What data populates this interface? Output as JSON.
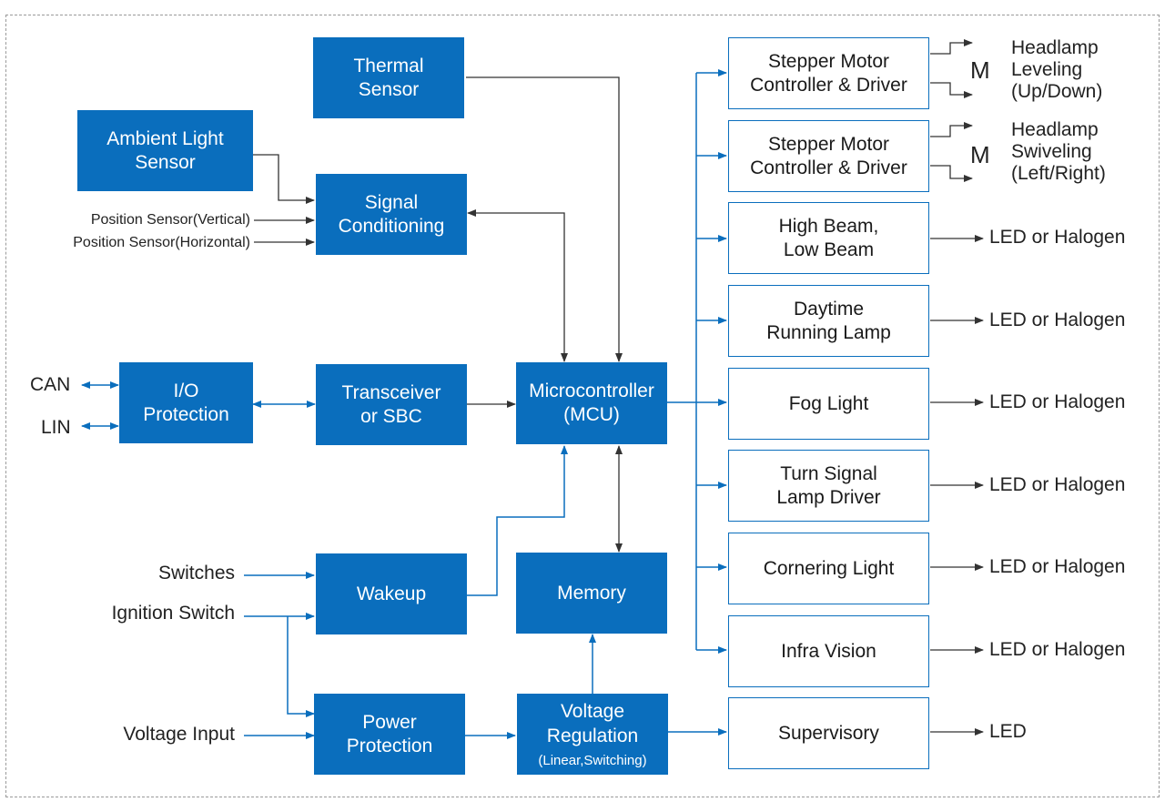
{
  "blocks": {
    "thermal_sensor": "Thermal\nSensor",
    "ambient_light_sensor": "Ambient Light\nSensor",
    "signal_conditioning": "Signal\nConditioning",
    "io_protection": "I/O\nProtection",
    "transceiver": "Transceiver\nor SBC",
    "mcu": "Microcontroller\n(MCU)",
    "wakeup": "Wakeup",
    "memory": "Memory",
    "power_protection": "Power\nProtection",
    "voltage_regulation": "Voltage\nRegulation",
    "voltage_regulation_sub": "(Linear,Switching)"
  },
  "inputs": {
    "position_vertical": "Position Sensor(Vertical)",
    "position_horizontal": "Position Sensor(Horizontal)",
    "can": "CAN",
    "lin": "LIN",
    "switches": "Switches",
    "ignition_switch": "Ignition Switch",
    "voltage_input": "Voltage Input"
  },
  "drivers": [
    {
      "label": "Stepper Motor\nController & Driver",
      "output": "Headlamp\nLeveling\n(Up/Down)",
      "motor": "M"
    },
    {
      "label": "Stepper Motor\nController & Driver",
      "output": "Headlamp\nSwiveling\n(Left/Right)",
      "motor": "M"
    },
    {
      "label": "High Beam,\nLow Beam",
      "output": "LED or Halogen"
    },
    {
      "label": "Daytime\nRunning Lamp",
      "output": "LED or Halogen"
    },
    {
      "label": "Fog Light",
      "output": "LED or Halogen"
    },
    {
      "label": "Turn Signal\nLamp Driver",
      "output": "LED or Halogen"
    },
    {
      "label": "Cornering Light",
      "output": "LED or Halogen"
    },
    {
      "label": "Infra Vision",
      "output": "LED or Halogen"
    },
    {
      "label": "Supervisory",
      "output": "LED"
    }
  ],
  "colors": {
    "accent": "#0a6ebd",
    "line": "#333333",
    "frame": "#9a9a9a"
  }
}
